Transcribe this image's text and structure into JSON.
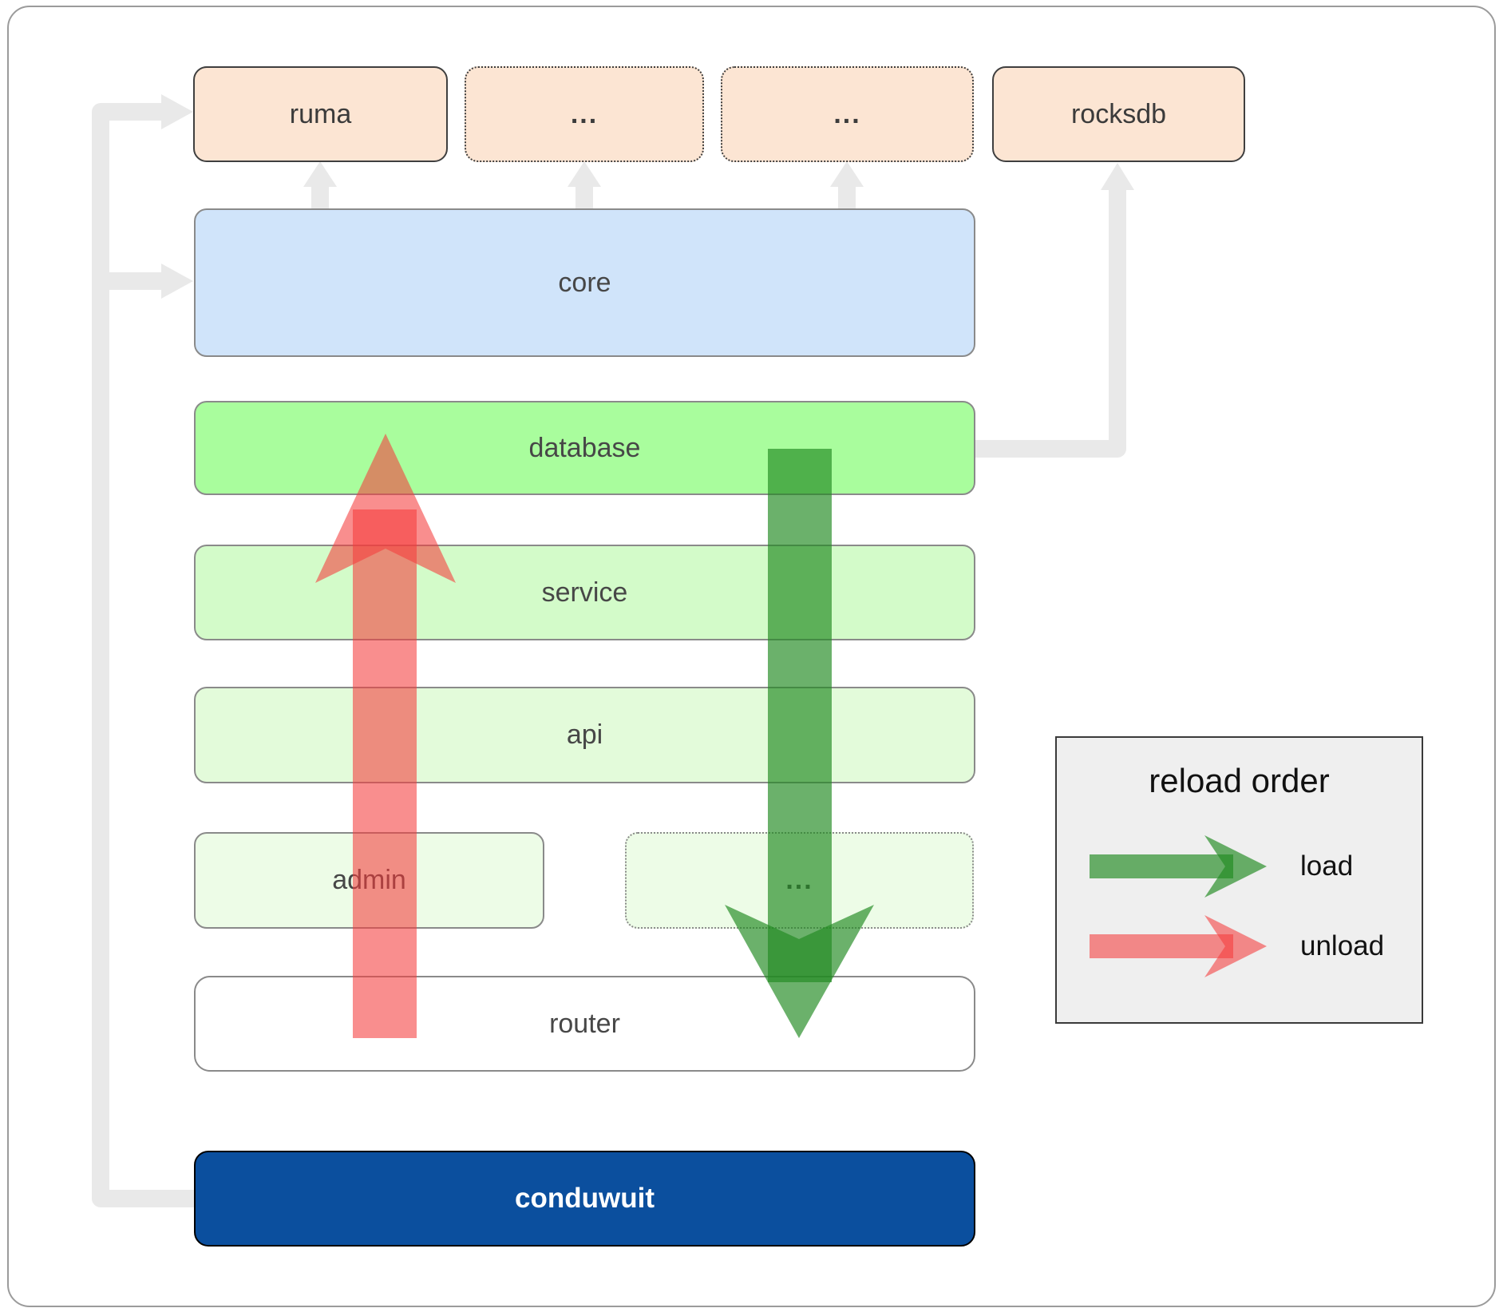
{
  "boxes": {
    "ruma": "ruma",
    "ellipsis_top_1": "...",
    "ellipsis_top_2": "...",
    "rocksdb": "rocksdb",
    "core": "core",
    "database": "database",
    "service": "service",
    "api": "api",
    "admin": "admin",
    "ellipsis_mid": "...",
    "router": "router",
    "conduwuit": "conduwuit"
  },
  "legend": {
    "title": "reload order",
    "load_label": "load",
    "unload_label": "unload"
  },
  "colors": {
    "top_row_fill": "#fce5d3",
    "core_fill": "#d0e4fa",
    "database_fill": "#a9fd9d",
    "service_fill": "#d3fbc9",
    "api_fill": "#e3fbda",
    "admin_fill": "#edfce7",
    "conduwuit_fill": "#0b4f9e",
    "load_arrow_green": "#228b22",
    "unload_arrow_red": "#f53c3c",
    "connector_gray": "#e9e9e9",
    "legend_fill": "#efefef"
  }
}
